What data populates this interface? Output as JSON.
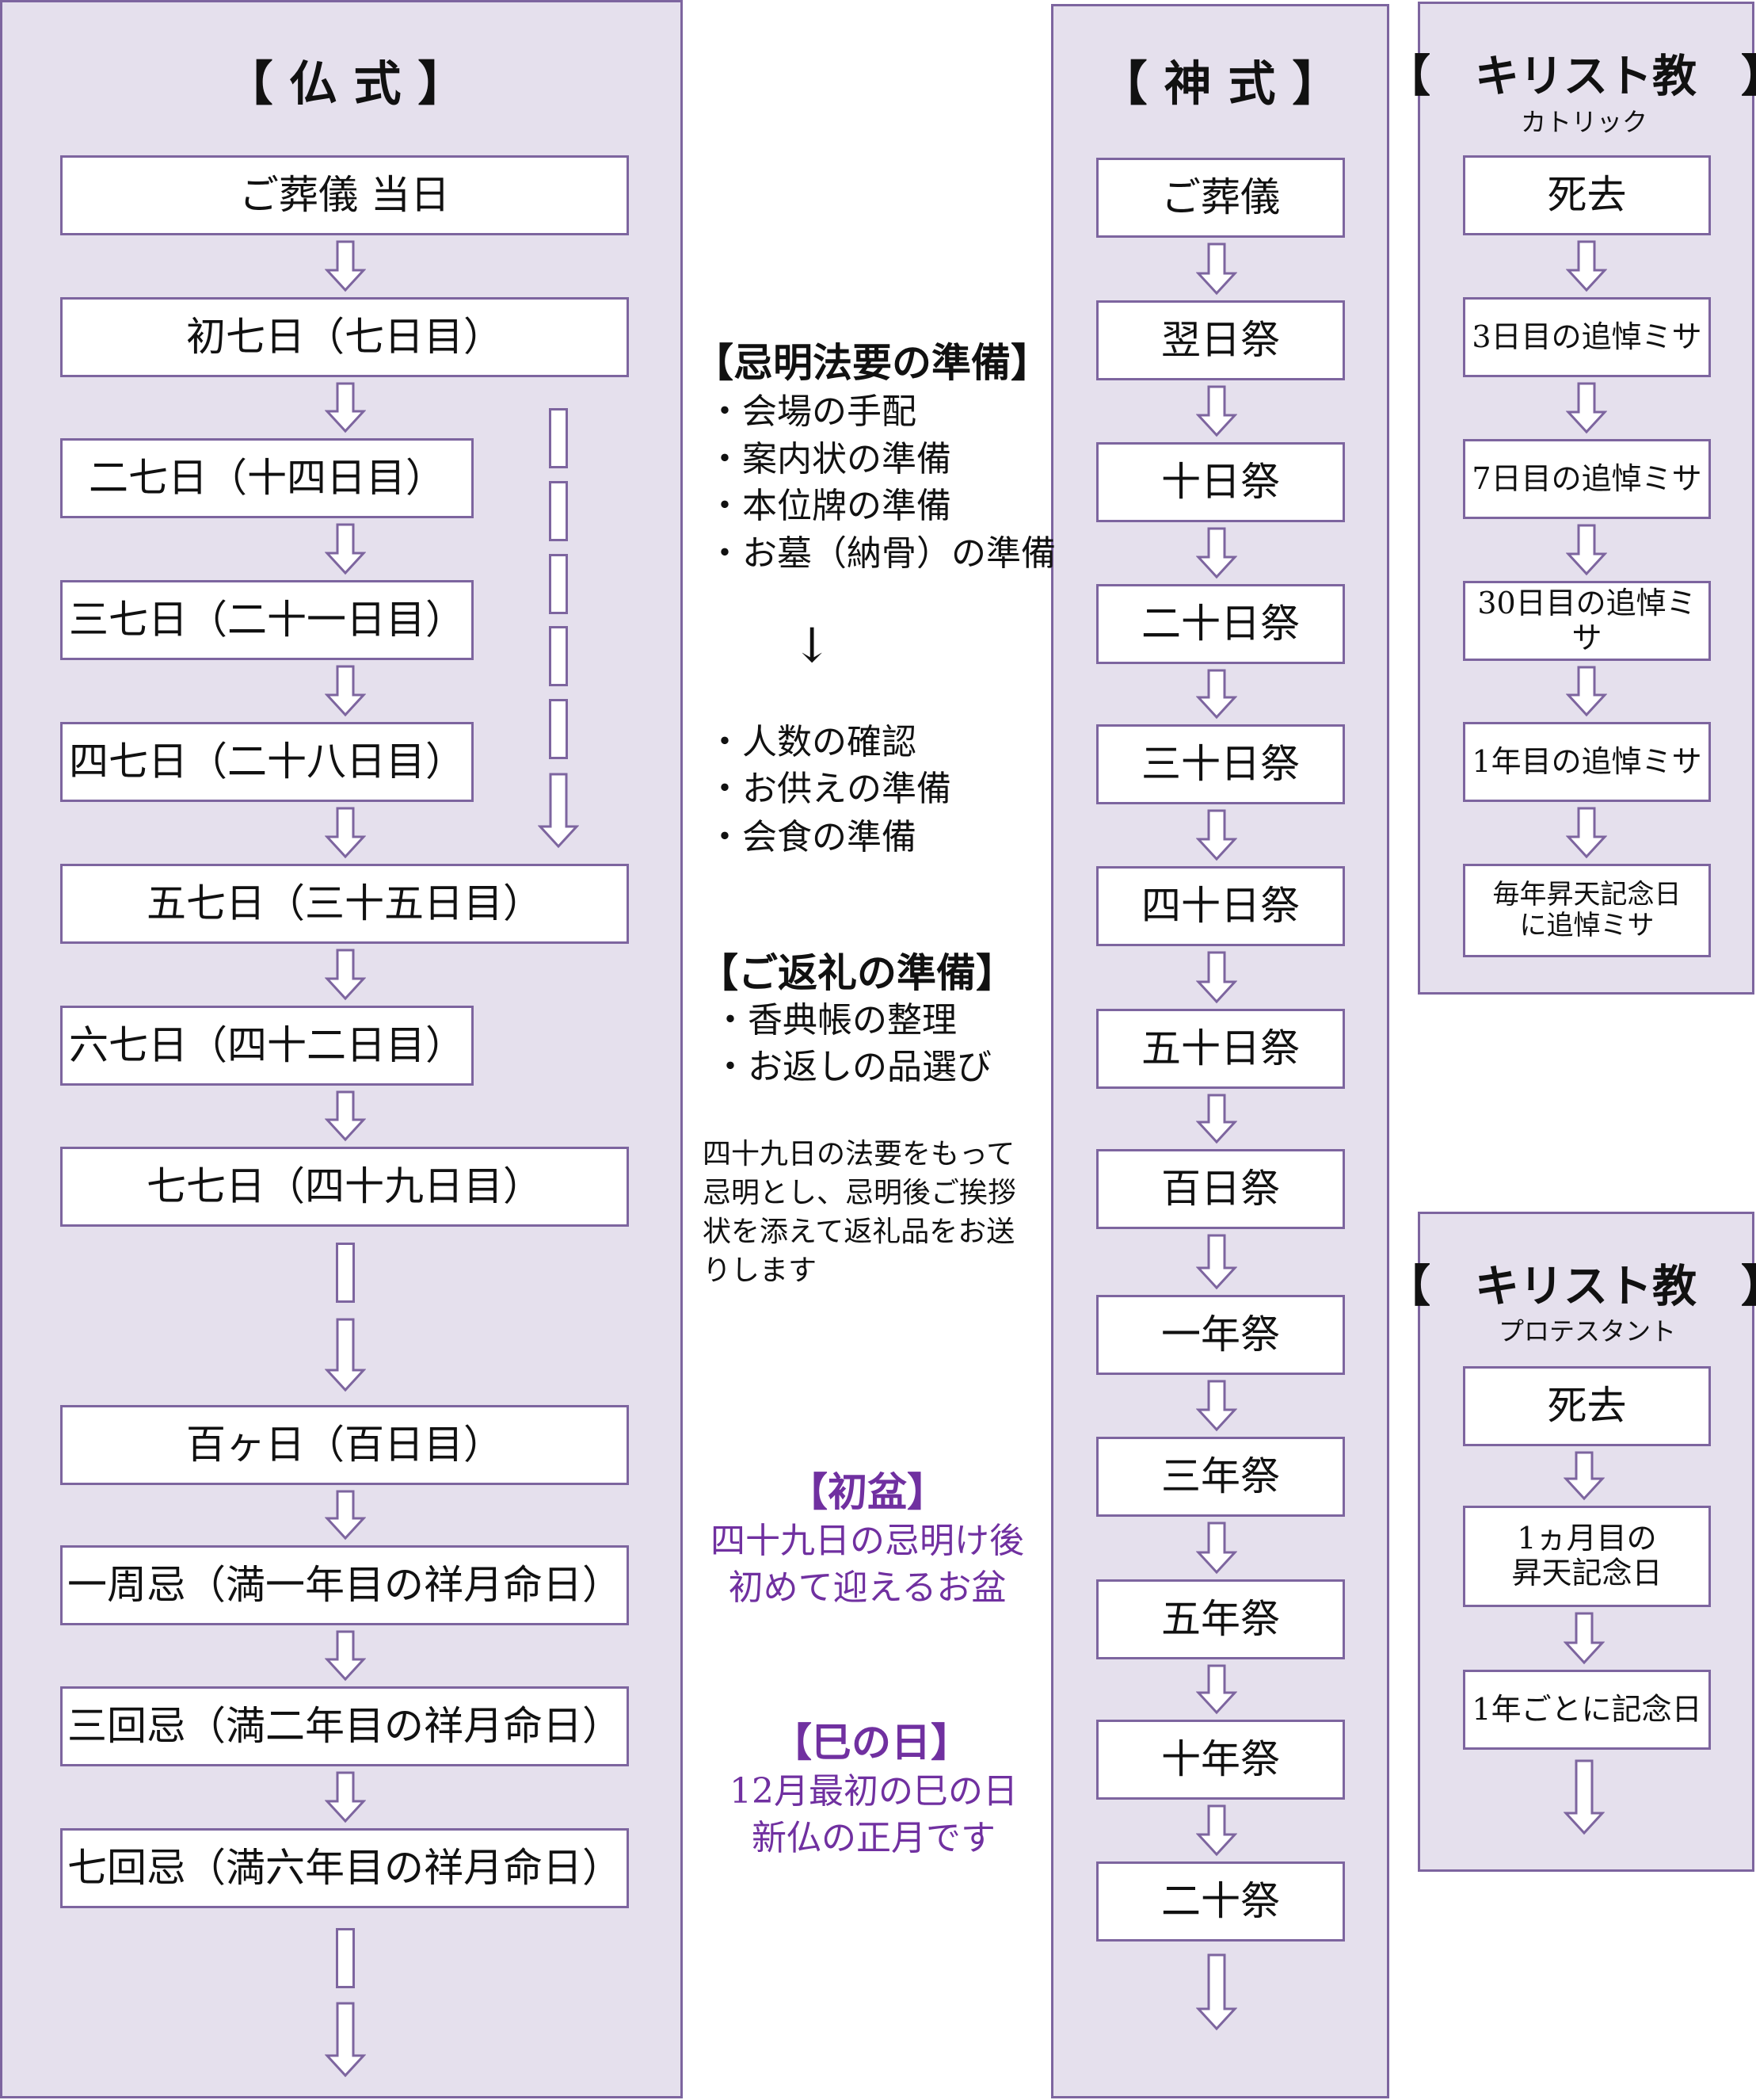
{
  "colors": {
    "panel_bg": "#e5e0ed",
    "border": "#7d659f",
    "accent_text": "#7030a0"
  },
  "buddhist": {
    "title": "【 仏 式 】",
    "steps": [
      "ご葬儀 当日",
      "初七日（七日目）",
      "二七日（十四日目）",
      "三七日（二十一日目）",
      "四七日（二十八日目）",
      "五七日（三十五日目）",
      "六七日（四十二日目）",
      "七七日（四十九日目）",
      "百ヶ日（百日目）",
      "一周忌（満一年目の祥月命日）",
      "三回忌（満二年目の祥月命日）",
      "七回忌（満六年目の祥月命日）"
    ]
  },
  "notes": {
    "prep_heading": "【忌明法要の準備】",
    "prep_items": [
      "・会場の手配",
      "・案内状の準備",
      "・本位牌の準備",
      "・お墓（納骨）の準備"
    ],
    "arrow_glyph": "↓",
    "prep_items2": [
      "・人数の確認",
      "・お供えの準備",
      "・会食の準備"
    ],
    "return_heading": "【ご返礼の準備】",
    "return_items": [
      "・香典帳の整理",
      "・お返しの品選び"
    ],
    "paragraph": "四十九日の法要をもって忌明とし、忌明後ご挨拶状を添えて返礼品をお送りします",
    "hatsubon_heading": "【初盆】",
    "hatsubon_lines": [
      "四十九日の忌明け後",
      "初めて迎えるお盆"
    ],
    "minohi_heading": "【巳の日】",
    "minohi_lines": [
      "12月最初の巳の日",
      "新仏の正月です"
    ]
  },
  "shinto": {
    "title": "【 神 式 】",
    "steps": [
      "ご葬儀",
      "翌日祭",
      "十日祭",
      "二十日祭",
      "三十日祭",
      "四十日祭",
      "五十日祭",
      "百日祭",
      "一年祭",
      "三年祭",
      "五年祭",
      "十年祭",
      "二十祭"
    ]
  },
  "catholic": {
    "title": "【　キリスト教　】",
    "subtitle": "カトリック",
    "steps": [
      "死去",
      "3日目の追悼ミサ",
      "7日目の追悼ミサ",
      "30日目の追悼ミサ",
      "1年目の追悼ミサ",
      "毎年昇天記念日\nに追悼ミサ"
    ]
  },
  "protestant": {
    "title": "【　キリスト教　】",
    "subtitle": "プロテスタント",
    "steps": [
      "死去",
      "1ヵ月目の\n昇天記念日",
      "1年ごとに記念日"
    ]
  }
}
